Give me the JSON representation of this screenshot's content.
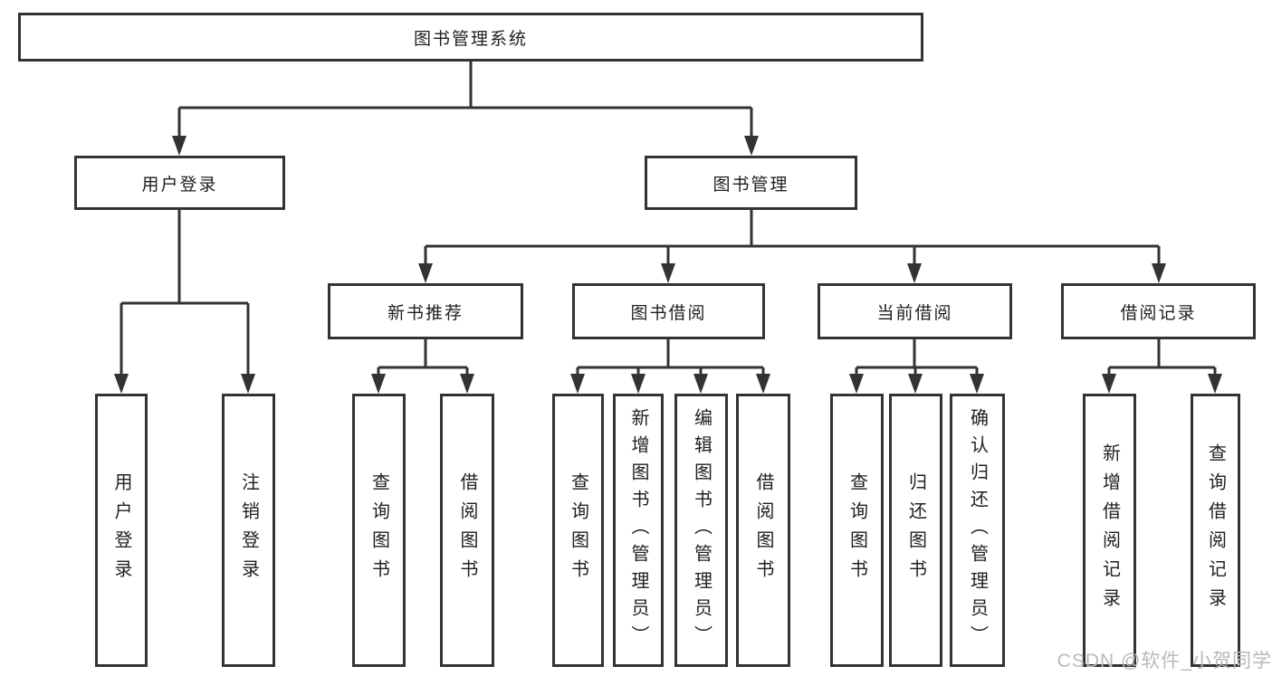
{
  "diagram_title": "图书管理系统",
  "colors": {
    "line": "#333333",
    "box_border": "#333333",
    "box_background": "#ffffff",
    "text": "#1f1f1f",
    "watermark": "#b9b9b9"
  },
  "nodes": {
    "root": {
      "label": "图书管理系统"
    },
    "user_login": {
      "label": "用户登录"
    },
    "book_management": {
      "label": "图书管理"
    },
    "new_book_recommend": {
      "label": "新书推荐"
    },
    "book_borrow": {
      "label": "图书借阅"
    },
    "current_borrow": {
      "label": "当前借阅"
    },
    "borrow_records": {
      "label": "借阅记录"
    },
    "ul_user_login": {
      "label": "用户登录"
    },
    "ul_logout": {
      "label": "注销登录"
    },
    "nbr_query_books": {
      "label": "查询图书"
    },
    "nbr_borrow_books": {
      "label": "借阅图书"
    },
    "bb_query_books": {
      "label": "查询图书"
    },
    "bb_add_books_admin": {
      "label": "新增图书（管理员）"
    },
    "bb_edit_books_admin": {
      "label": "编辑图书（管理员）"
    },
    "bb_borrow_books": {
      "label": "借阅图书"
    },
    "cb_query_books": {
      "label": "查询图书"
    },
    "cb_return_books": {
      "label": "归还图书"
    },
    "cb_confirm_return_admin": {
      "label": "确认归还（管理员）"
    },
    "br_add_record": {
      "label": "新增借阅记录"
    },
    "br_query_record": {
      "label": "查询借阅记录"
    }
  },
  "hierarchy": {
    "图书管理系统": {
      "用户登录": [
        "用户登录",
        "注销登录"
      ],
      "图书管理": {
        "新书推荐": [
          "查询图书",
          "借阅图书"
        ],
        "图书借阅": [
          "查询图书",
          "新增图书（管理员）",
          "编辑图书（管理员）",
          "借阅图书"
        ],
        "当前借阅": [
          "查询图书",
          "归还图书",
          "确认归还（管理员）"
        ],
        "借阅记录": [
          "新增借阅记录",
          "查询借阅记录"
        ]
      }
    }
  },
  "watermark": {
    "text": "CSDN @软件_小贺同学"
  }
}
